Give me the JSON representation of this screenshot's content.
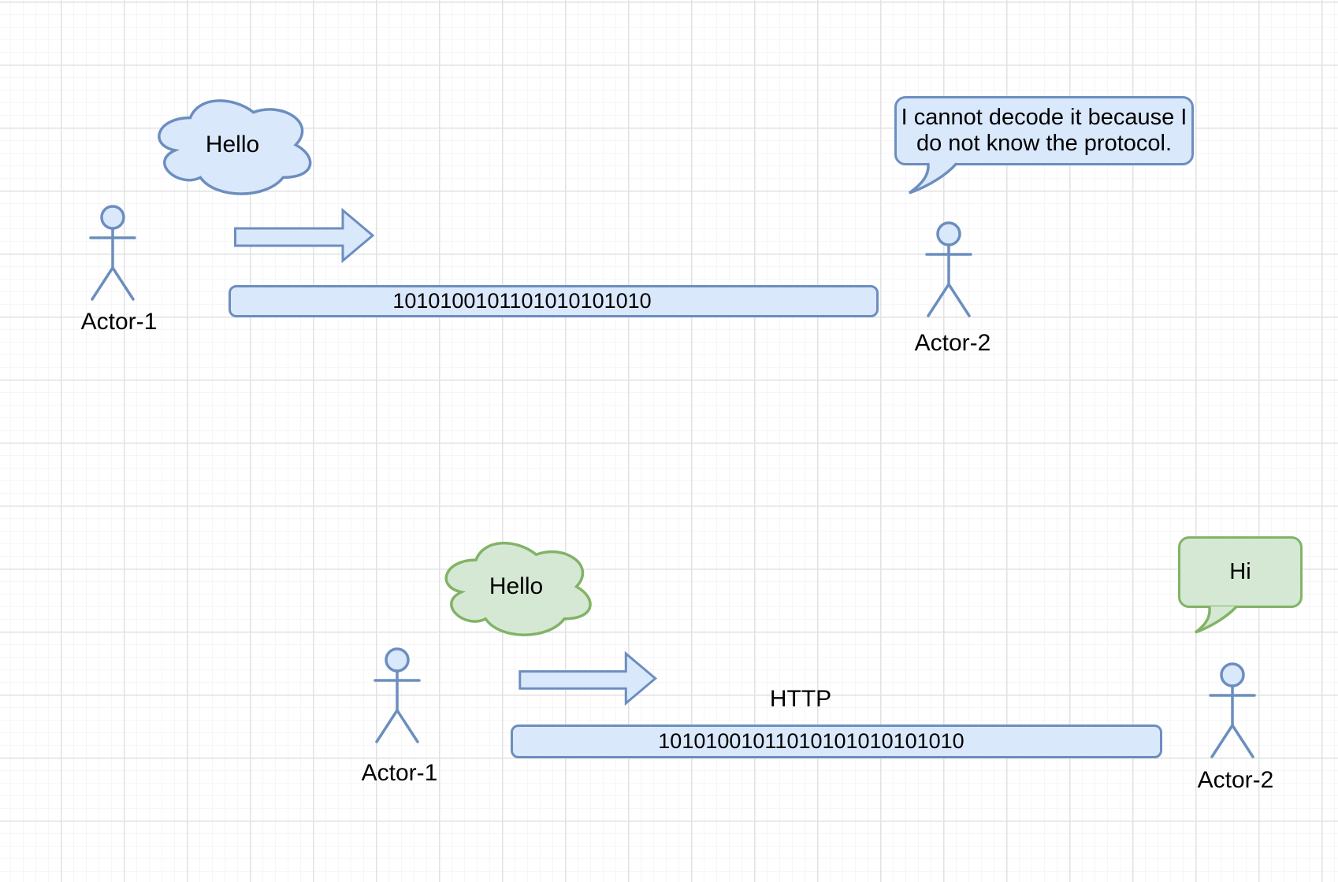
{
  "palette": {
    "blue_fill": "#dae8fc",
    "blue_stroke": "#6c8ebf",
    "green_fill": "#d5e8d4",
    "green_stroke": "#82b366",
    "text_color": "#000000",
    "canvas_bg": "#ffffff",
    "grid_major": "#e2e2e2",
    "grid_minor": "#f6f6f6"
  },
  "scenes": [
    {
      "thought_cloud": {
        "label": "Hello"
      },
      "sender": {
        "label": "Actor-1"
      },
      "receiver": {
        "label": "Actor-2"
      },
      "message": {
        "bits": "1010100101101010101010"
      },
      "speech_bubble": {
        "lines": [
          "I cannot decode it because I",
          "do not know the protocol."
        ]
      }
    },
    {
      "thought_cloud": {
        "label": "Hello"
      },
      "sender": {
        "label": "Actor-1"
      },
      "receiver": {
        "label": "Actor-2"
      },
      "message": {
        "bits": "10101001011010101010101010",
        "protocol": "HTTP"
      },
      "speech_bubble": {
        "lines": [
          "Hi"
        ]
      }
    }
  ]
}
